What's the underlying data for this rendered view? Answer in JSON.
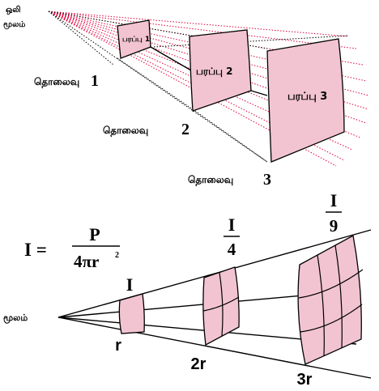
{
  "top": {
    "source_label_line1": "ஒலி",
    "source_label_line2": "மூலம்",
    "surfaces": [
      {
        "label": "பரப்பு 1"
      },
      {
        "label": "பரப்பு 2"
      },
      {
        "label": "பரப்பு 3"
      }
    ],
    "distances": [
      {
        "word": "தொலைவு",
        "number": "1"
      },
      {
        "word": "தொலைவு",
        "number": "2"
      },
      {
        "word": "தொலைவு",
        "number": "3"
      }
    ]
  },
  "bottom": {
    "source_label": "மூலம்",
    "formula": {
      "lhs": "I =",
      "numerator": "P",
      "denominator": "4πr",
      "exponent": "2"
    },
    "intensities": [
      {
        "text": "I",
        "numerator": "",
        "denominator": ""
      },
      {
        "text": "",
        "numerator": "I",
        "denominator": "4"
      },
      {
        "text": "",
        "numerator": "I",
        "denominator": "9"
      }
    ],
    "radii": [
      "r",
      "2r",
      "3r"
    ]
  },
  "colors": {
    "panel_fill": "#f2c4d2",
    "ray": "#e0003c",
    "line": "#000000"
  }
}
